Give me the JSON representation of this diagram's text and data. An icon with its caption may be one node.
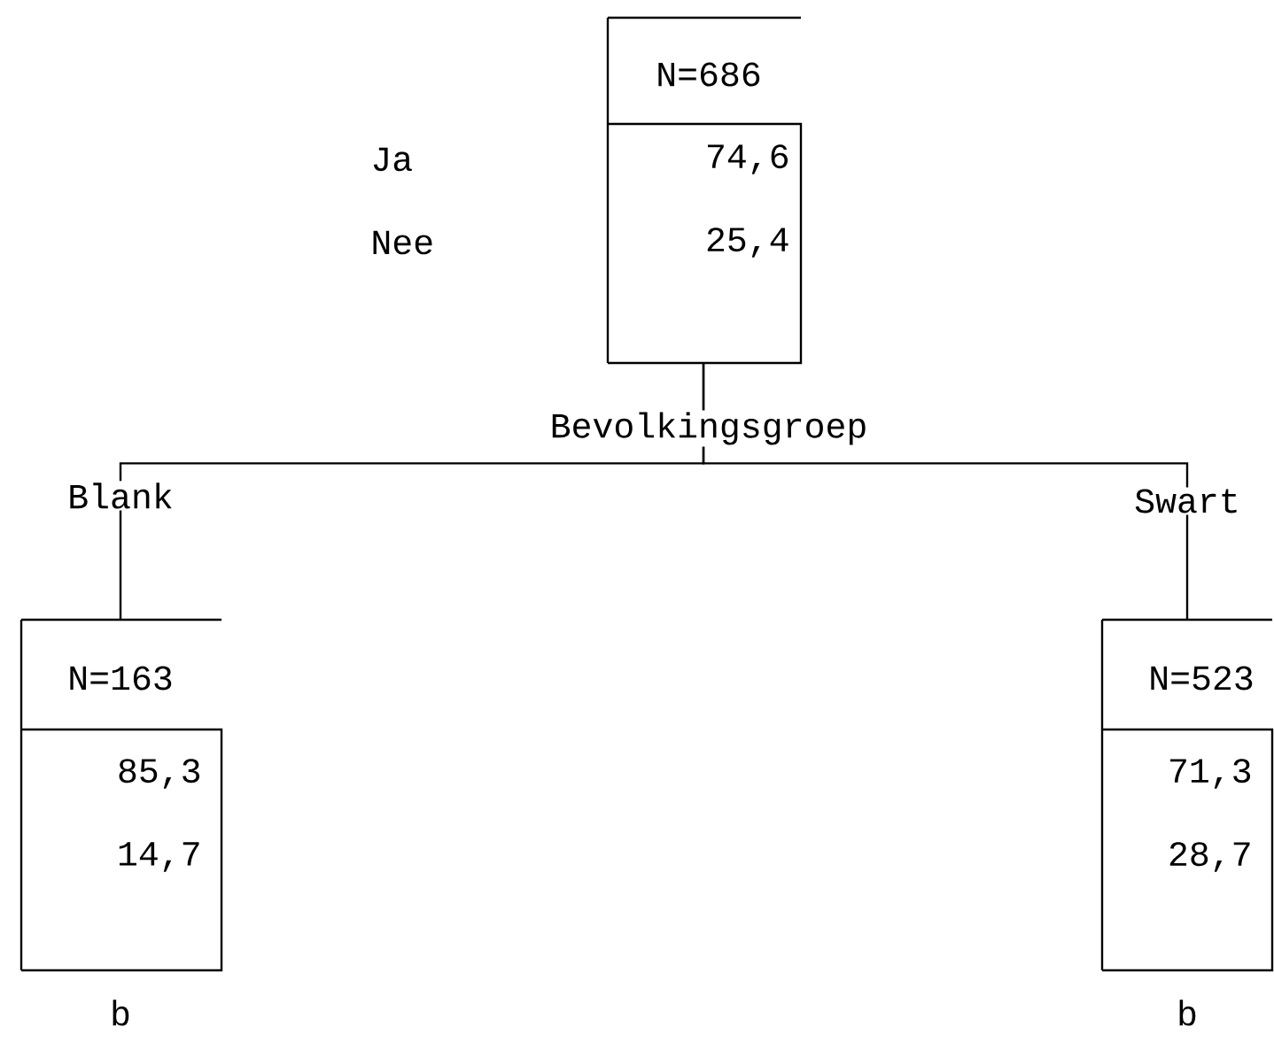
{
  "diagram": {
    "nodes": [
      {
        "text": [
          "N=686",
          "74,6",
          "25,4"
        ]
      },
      {
        "text": [
          "N=163",
          "85,3",
          "14,7"
        ],
        "beside": [
          "b"
        ]
      },
      {
        "text": [
          "N=523",
          "71,3",
          "28,7"
        ],
        "beside": [
          "b"
        ]
      }
    ],
    "edges": [
      {
        "from": 0,
        "to": 1,
        "arrow": "none",
        "label": "Blank"
      },
      {
        "from": 0,
        "to": 2,
        "arrow": "none",
        "label": "Swart"
      }
    ],
    "labels": [
      "Ja",
      "Nee",
      "Bevolkingsgroep"
    ]
  }
}
